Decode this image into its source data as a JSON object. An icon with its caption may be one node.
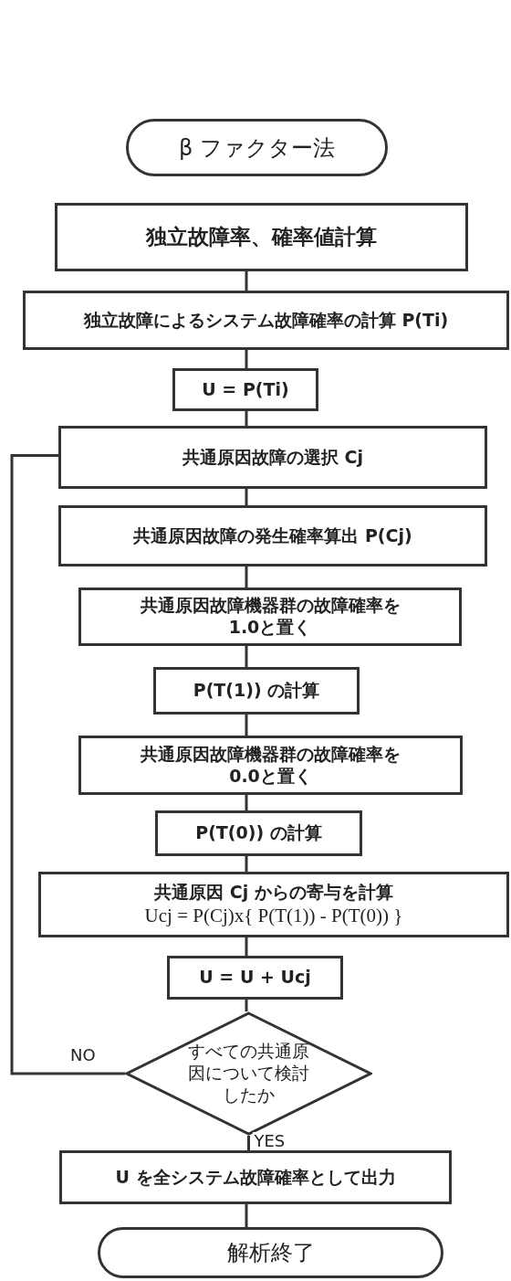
{
  "diagram": {
    "nodes": [
      {
        "text": [
          "β ファクター法"
        ]
      },
      {
        "text": [
          "独立故障率、確率値計算"
        ]
      },
      {
        "text": [
          "独立故障によるシステム故障確率の計算 P(Ti)"
        ]
      },
      {
        "text": [
          "U = P(Ti)"
        ]
      },
      {
        "text": [
          "共通原因故障の選択 Cj"
        ]
      },
      {
        "text": [
          "共通原因故障の発生確率算出 P(Cj)"
        ]
      },
      {
        "text": [
          "共通原因故障機器群の故障確率を1.0と置く"
        ]
      },
      {
        "text": [
          "P(T(1)) の計算"
        ]
      },
      {
        "text": [
          "共通原因故障機器群の故障確率を0.0と置く"
        ]
      },
      {
        "text": [
          "P(T(0)) の計算"
        ]
      },
      {
        "text": [
          "共通原因 Cj からの寄与を計算",
          "Ucj = P(Cj)x{ P(T(1)) - P(T(0)) }"
        ]
      },
      {
        "text": [
          "U = U + Ucj"
        ]
      },
      {
        "text": [
          "すべての共通原因について検討したか"
        ]
      },
      {
        "text": [
          "U を全システム故障確率として出力"
        ]
      },
      {
        "text": [
          "解析終了"
        ]
      }
    ],
    "edges": [
      {
        "from": 1,
        "to": 2,
        "arrow": "none"
      },
      {
        "from": 2,
        "to": 3,
        "arrow": "none"
      },
      {
        "from": 3,
        "to": 4,
        "arrow": "none"
      },
      {
        "from": 4,
        "to": 5,
        "arrow": "none"
      },
      {
        "from": 5,
        "to": 6,
        "arrow": "none"
      },
      {
        "from": 6,
        "to": 7,
        "arrow": "none"
      },
      {
        "from": 7,
        "to": 8,
        "arrow": "none"
      },
      {
        "from": 8,
        "to": 9,
        "arrow": "none"
      },
      {
        "from": 9,
        "to": 10,
        "arrow": "none"
      },
      {
        "from": 10,
        "to": 11,
        "arrow": "none"
      },
      {
        "from": 11,
        "to": 12,
        "arrow": "none"
      },
      {
        "from": 12,
        "to": 13,
        "label": "YES",
        "arrow": "none"
      },
      {
        "from": 13,
        "to": 14,
        "arrow": "none"
      },
      {
        "from": 12,
        "to": 4,
        "label": "NO",
        "arrow": "none"
      }
    ]
  }
}
